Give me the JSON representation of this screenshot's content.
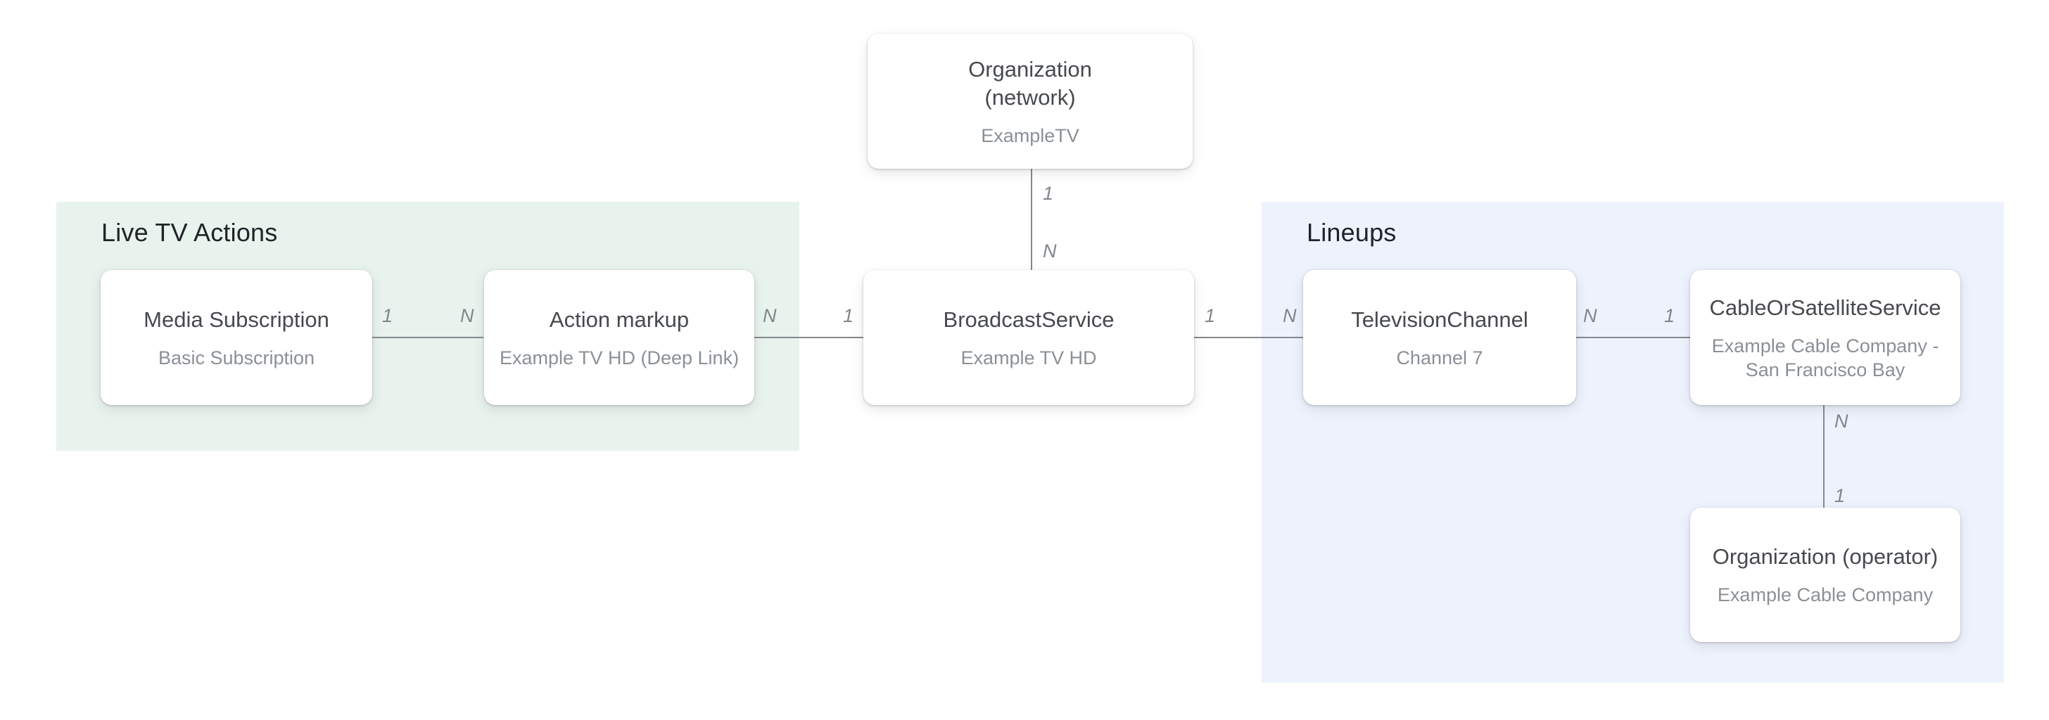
{
  "diagram": {
    "colors": {
      "live_tv_actions_bg": "#e9f3ed",
      "lineups_bg": "#eef2fc",
      "edge_line": "#85898d",
      "node_title_text": "#46494e",
      "node_subtitle_text": "#8a9096",
      "cardinality_text": "#7f868c",
      "group_title_text": "#202327"
    },
    "groups": [
      {
        "id": "live-tv-actions",
        "label": "Live TV Actions",
        "bg": "#e9f3ed"
      },
      {
        "id": "lineups",
        "label": "Lineups",
        "bg": "#eef2fc"
      }
    ],
    "nodes": [
      {
        "id": "organization-network",
        "title": "Organization\n(network)",
        "subtitle": "ExampleTV"
      },
      {
        "id": "media-subscription",
        "title": "Media Subscription",
        "subtitle": "Basic Subscription"
      },
      {
        "id": "action-markup",
        "title": "Action markup",
        "subtitle": "Example TV HD (Deep Link)"
      },
      {
        "id": "broadcast-service",
        "title": "BroadcastService",
        "subtitle": "Example TV HD"
      },
      {
        "id": "television-channel",
        "title": "TelevisionChannel",
        "subtitle": "Channel 7"
      },
      {
        "id": "cable-or-satellite-service",
        "title": "CableOrSatelliteService",
        "subtitle": "Example Cable Company -\nSan Francisco Bay"
      },
      {
        "id": "organization-operator",
        "title": "Organization (operator)",
        "subtitle": "Example Cable Company"
      }
    ],
    "edges": [
      {
        "from": "organization-network",
        "to": "broadcast-service",
        "start_label": "1",
        "end_label": "N"
      },
      {
        "from": "media-subscription",
        "to": "action-markup",
        "start_label": "1",
        "end_label": "N"
      },
      {
        "from": "action-markup",
        "to": "broadcast-service",
        "start_label": "N",
        "end_label": "1"
      },
      {
        "from": "broadcast-service",
        "to": "television-channel",
        "start_label": "1",
        "end_label": "N"
      },
      {
        "from": "television-channel",
        "to": "cable-or-satellite-service",
        "start_label": "N",
        "end_label": "1"
      },
      {
        "from": "cable-or-satellite-service",
        "to": "organization-operator",
        "start_label": "N",
        "end_label": "1"
      }
    ]
  }
}
